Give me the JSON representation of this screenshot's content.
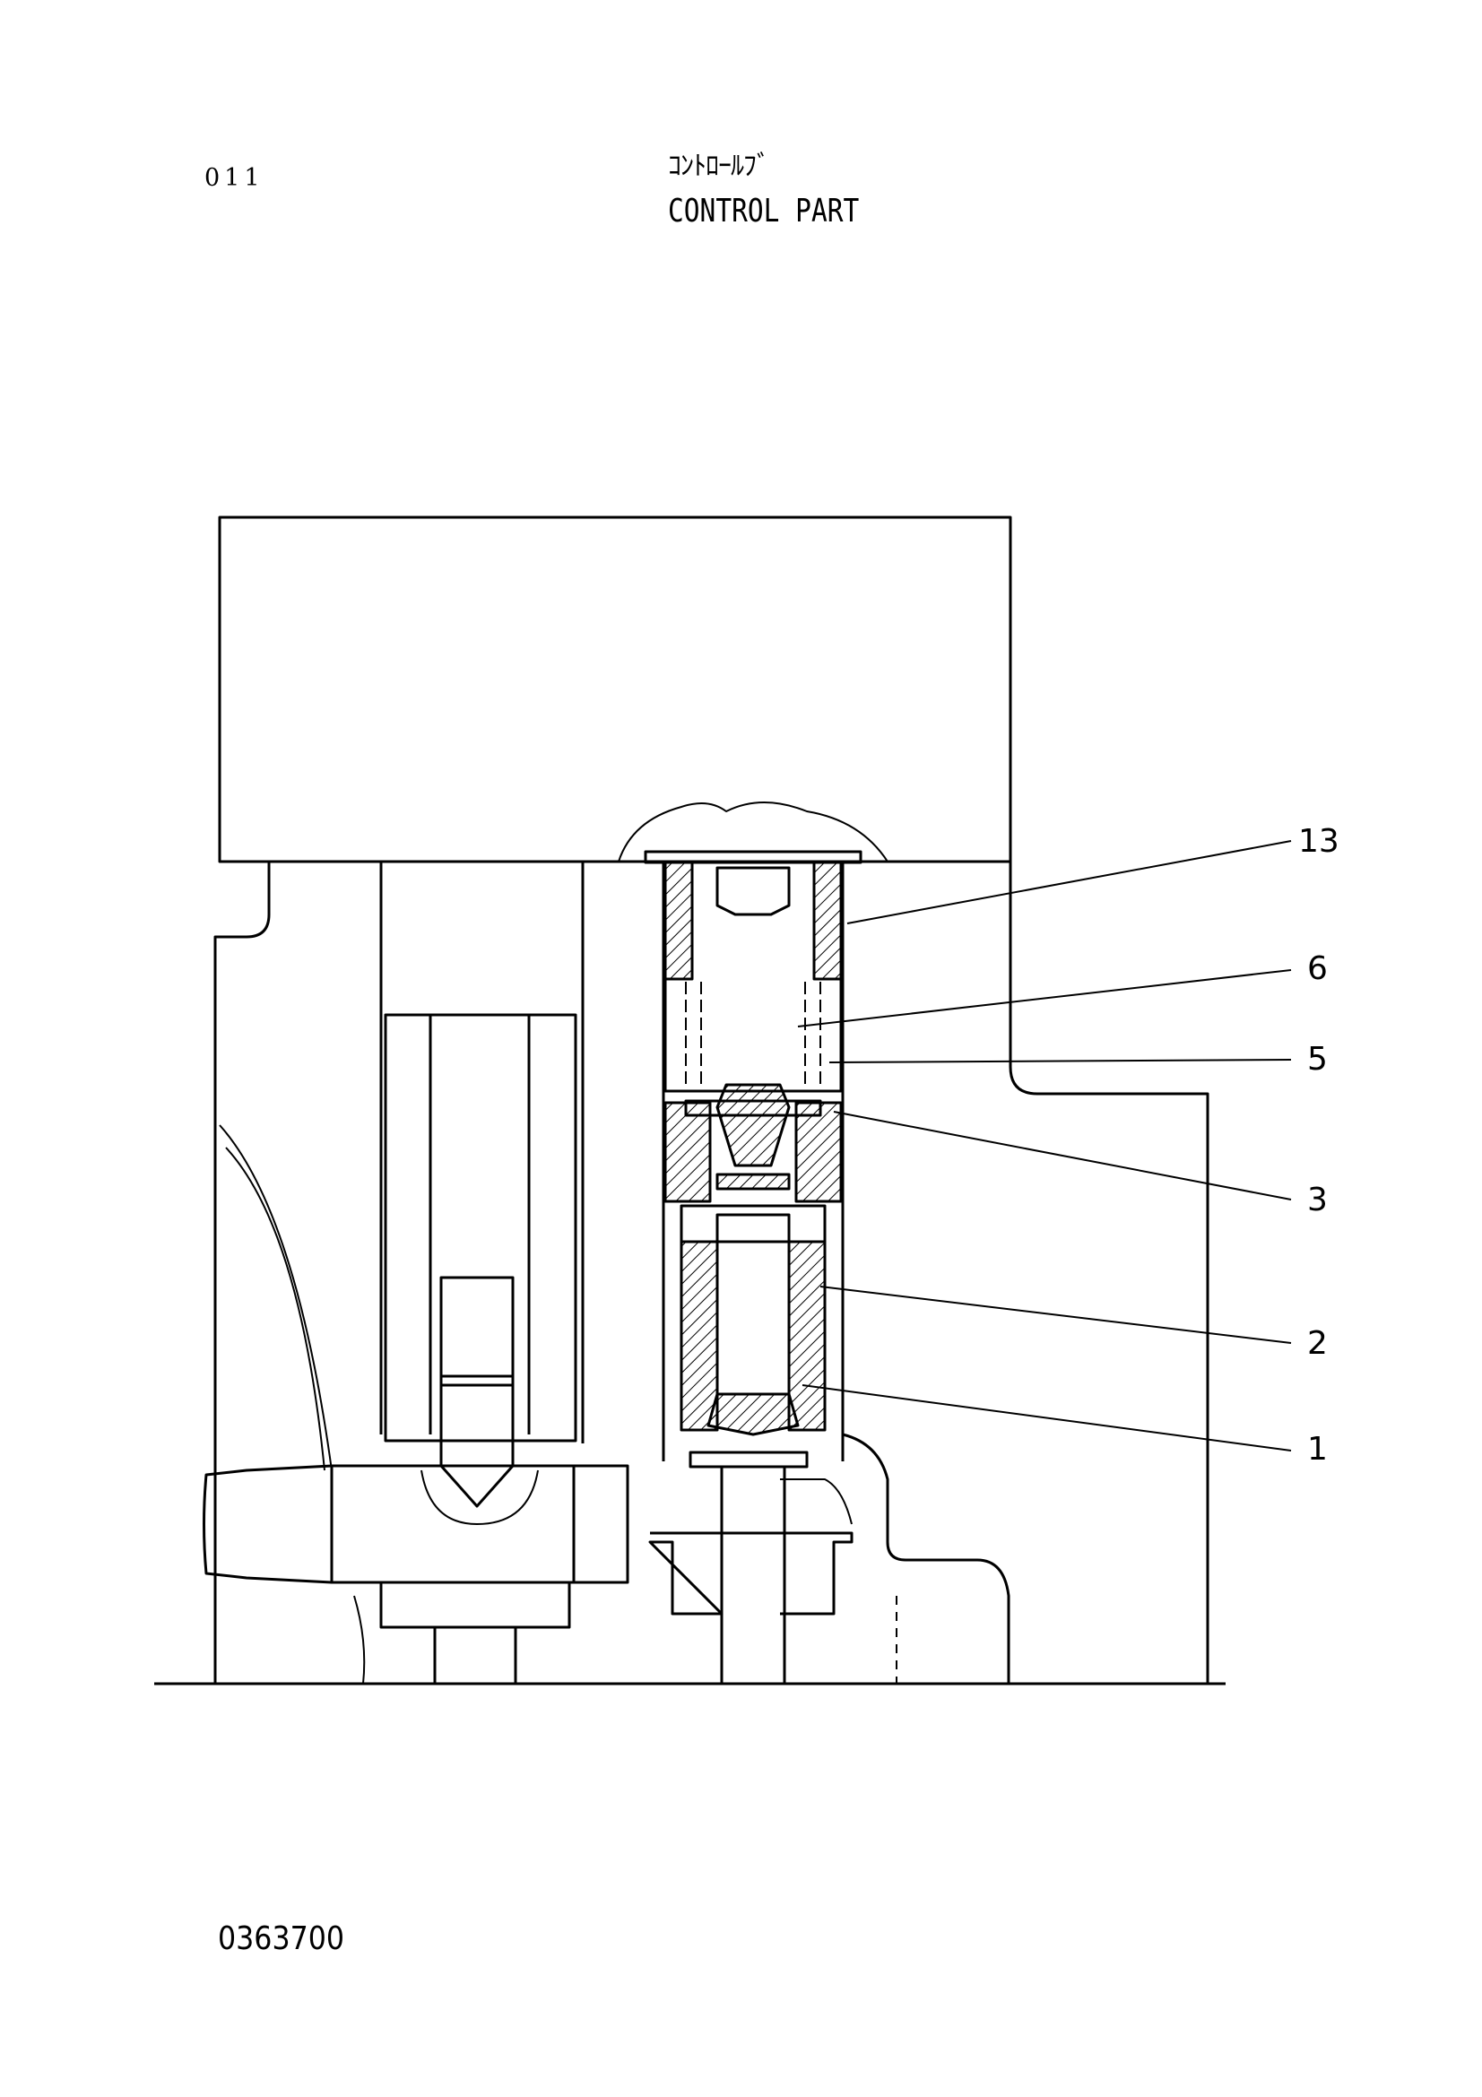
{
  "header": {
    "page_number": "011",
    "title_jp": "ｺﾝﾄﾛｰﾙﾌﾞ",
    "title_en": "CONTROL PART"
  },
  "footer": {
    "drawing_number": "0363700"
  },
  "callouts": [
    "13",
    "6",
    "5",
    "3",
    "2",
    "1"
  ]
}
